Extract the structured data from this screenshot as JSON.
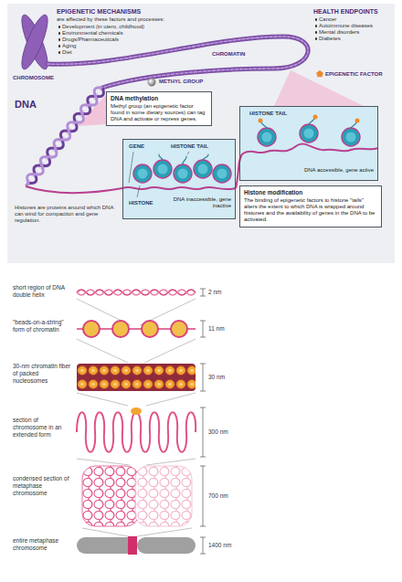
{
  "diagram": {
    "nodes": [
      {
        "text": [
          "DNA methylation",
          "Methyl group (an epigenetic factor found in some dietary sources) can tag DNA and activate or repress genes."
        ]
      },
      {
        "text": [
          "GENE",
          "HISTONE TAIL",
          "HISTONE",
          "DNA inaccessible, gene inactive"
        ]
      },
      {
        "text": [
          "HISTONE TAIL",
          "DNA accessible, gene active"
        ]
      },
      {
        "text": [
          "Histone modification",
          "The binding of epigenetic factors to histone \"tails\" alters the extent to which DNA is wrapped around histones and the availability of genes in the DNA to be activated."
        ]
      }
    ],
    "labels": [
      "EPIGENETIC MECHANISMS",
      "are affected by these factors and processes:",
      "Development (in utero, childhood)",
      "Environmental chemicals",
      "Drugs/Pharmaceuticals",
      "Aging",
      "Diet",
      "HEALTH ENDPOINTS",
      "Cancer",
      "Autoimmune diseases",
      "Mental disorders",
      "Diabetes",
      "CHROMOSOME",
      "CHROMATIN",
      "METHYL GROUP",
      "EPIGENETIC FACTOR",
      "DNA",
      "Histones are proteins around which DNA can wind for compaction and gene regulation.",
      "short region of DNA double helix",
      "2 nm",
      "\"beads-on-a-string\" form of chromatin",
      "11 nm",
      "30-nm chromatin fiber of packed nucleosomes",
      "30 nm",
      "section of chromosome in an extended form",
      "300 nm",
      "condensed section of metaphase chromosome",
      "700 nm",
      "entire metaphase chromosome",
      "1400 nm"
    ]
  }
}
